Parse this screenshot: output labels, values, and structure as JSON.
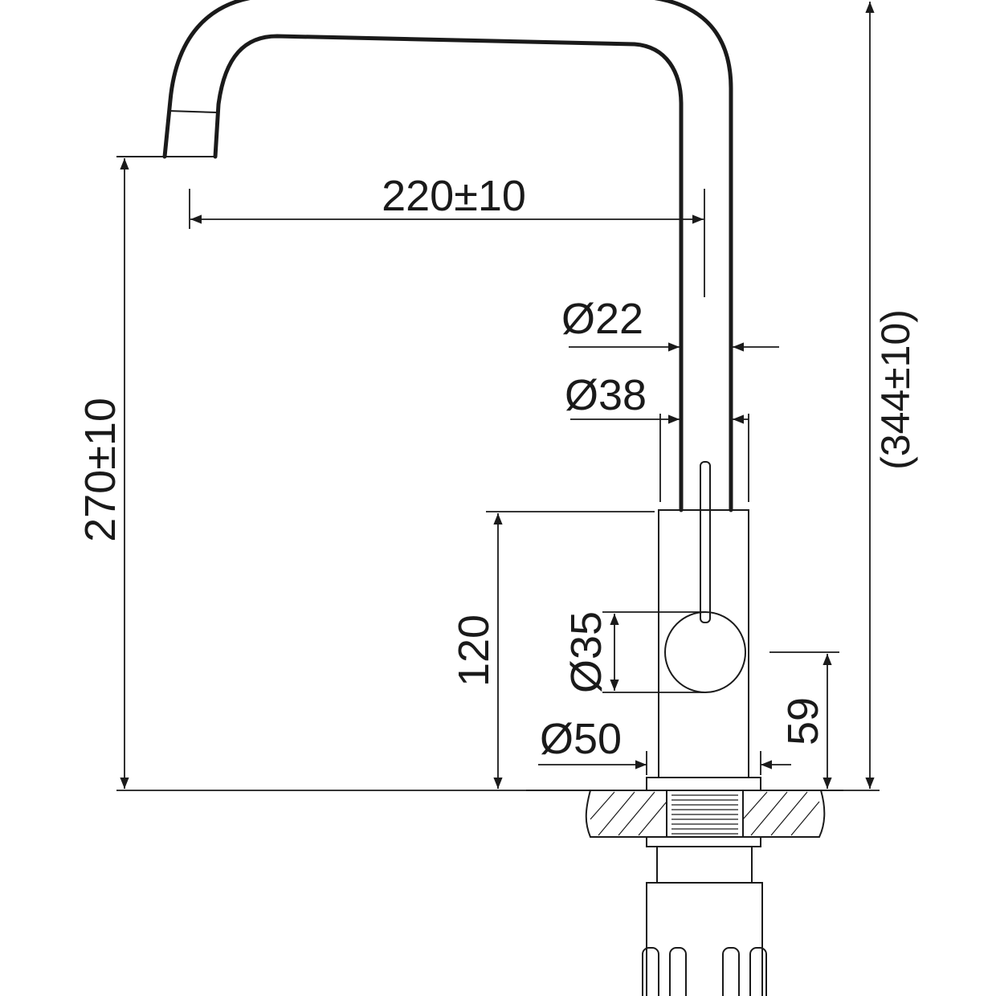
{
  "dimensions": {
    "spout_reach": "220±10",
    "spout_tube_diameter": "Ø22",
    "body_upper_diameter": "Ø38",
    "spout_height": "270±10",
    "body_height": "120",
    "handle_diameter": "Ø35",
    "base_diameter": "Ø50",
    "handle_height": "59",
    "overall_height": "(344±10)"
  },
  "colors": {
    "line": "#1a1a1a",
    "background": "#ffffff"
  }
}
